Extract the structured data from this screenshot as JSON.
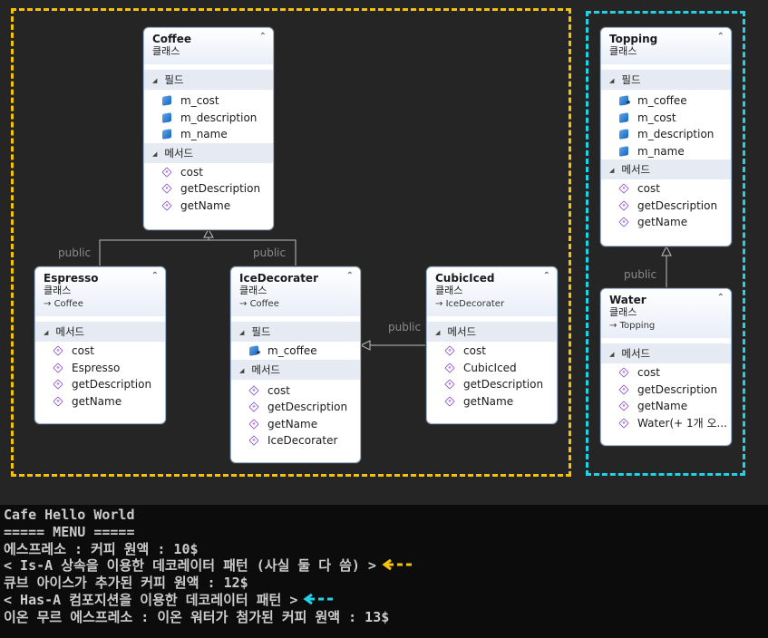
{
  "diagram": {
    "section_fields": "필드",
    "section_methods": "메서드",
    "kind": "클래스",
    "edge_label": "public",
    "coffee": {
      "name": "Coffee",
      "fields": [
        "m_cost",
        "m_description",
        "m_name"
      ],
      "methods": [
        "cost",
        "getDescription",
        "getName"
      ]
    },
    "espresso": {
      "name": "Espresso",
      "parent": "Coffee",
      "methods": [
        "cost",
        "Espresso",
        "getDescription",
        "getName"
      ]
    },
    "icedecorater": {
      "name": "IceDecorater",
      "parent": "Coffee",
      "fields": [
        "m_coffee"
      ],
      "methods": [
        "cost",
        "getDescription",
        "getName",
        "IceDecorater"
      ]
    },
    "cubiciced": {
      "name": "CubicIced",
      "parent": "IceDecorater",
      "methods": [
        "cost",
        "CubicIced",
        "getDescription",
        "getName"
      ]
    },
    "topping": {
      "name": "Topping",
      "fields": [
        "m_coffee",
        "m_cost",
        "m_description",
        "m_name"
      ],
      "methods": [
        "cost",
        "getDescription",
        "getName"
      ]
    },
    "water": {
      "name": "Water",
      "parent": "Topping",
      "methods": [
        "cost",
        "getDescription",
        "getName",
        "Water(+ 1개 오..."
      ]
    },
    "colors": {
      "yellow_region": "#f5c20b",
      "cyan_region": "#22d3e6"
    }
  },
  "console": {
    "lines": [
      "Cafe Hello World",
      "===== MENU =====",
      "에스프레소 : 커피 원액 : 10$",
      "< Is-A 상속을 이용한 데코레이터 패턴 (사실 둘 다 씀) >",
      "큐브 아이스가 추가된 커피 원액 : 12$",
      "< Has-A 컴포지션을 이용한 데코레이터 패턴 >",
      "이온 무르 에스프레소 : 이온 워터가 첨가된 커피 원액 : 13$"
    ],
    "arrow_yellow_color": "#f5c20b",
    "arrow_cyan_color": "#22d3e6"
  }
}
